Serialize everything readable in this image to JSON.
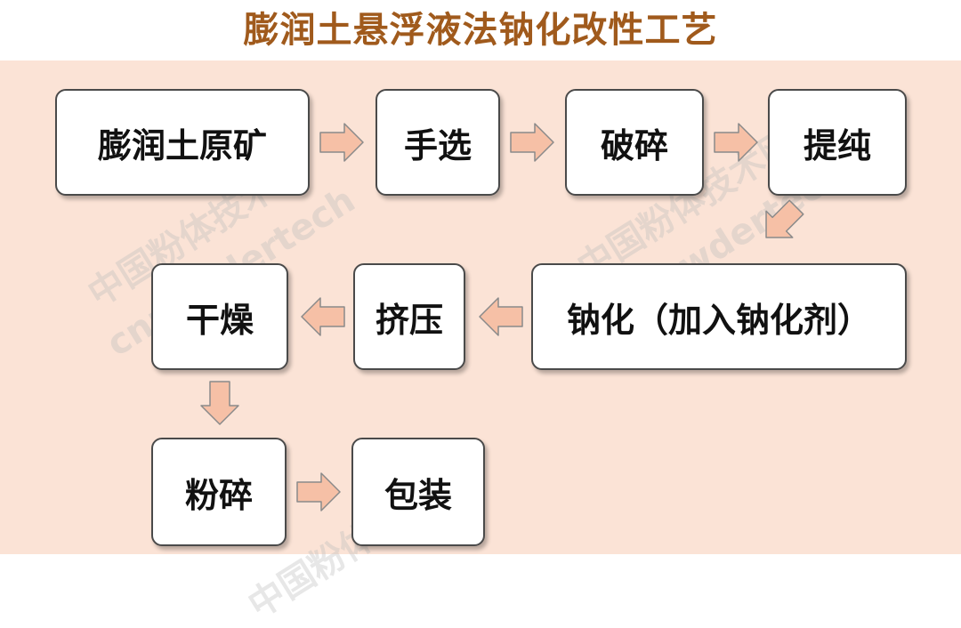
{
  "title": "膨润土悬浮液法钠化改性工艺",
  "steps": [
    {
      "label": "膨润土原矿"
    },
    {
      "label": "手选"
    },
    {
      "label": "破碎"
    },
    {
      "label": "提纯"
    },
    {
      "label": "钠化（加入钠化剂）"
    },
    {
      "label": "挤压"
    },
    {
      "label": "干燥"
    },
    {
      "label": "粉碎"
    },
    {
      "label": "包装"
    }
  ],
  "watermark": {
    "cn": "中国粉体技术网",
    "en": "cnpowdertech"
  },
  "colors": {
    "title": "#a05a1c",
    "panel": "#fbe3d6",
    "arrow_fill": "#f6c0a6",
    "arrow_stroke": "#8a8a8a",
    "node_border": "#4a4a4a"
  }
}
